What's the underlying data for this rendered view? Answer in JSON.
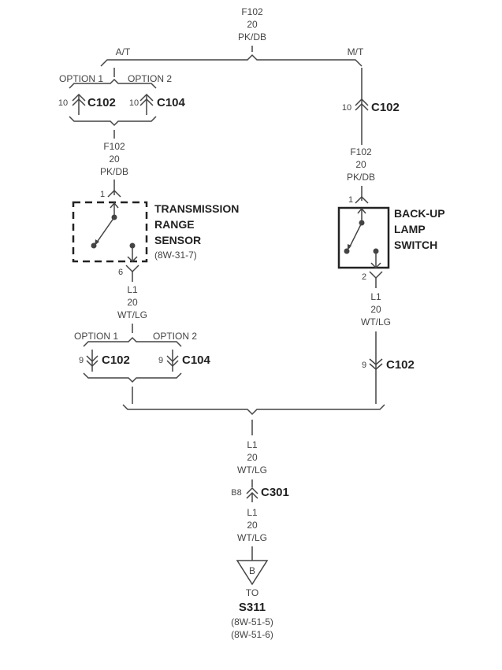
{
  "top_wire": {
    "circuit": "F102",
    "gauge": "20",
    "color": "PK/DB"
  },
  "branches": {
    "at_label": "A/T",
    "mt_label": "M/T"
  },
  "at_top_options": {
    "option1": {
      "label": "OPTION 1",
      "pin": "10",
      "connector": "C102"
    },
    "option2": {
      "label": "OPTION 2",
      "pin": "10",
      "connector": "C104"
    }
  },
  "mt_top_connector": {
    "pin": "10",
    "connector": "C102"
  },
  "at_wire_1": {
    "circuit": "F102",
    "gauge": "20",
    "color": "PK/DB"
  },
  "mt_wire_1": {
    "circuit": "F102",
    "gauge": "20",
    "color": "PK/DB"
  },
  "trs": {
    "pin_in": "1",
    "pin_out": "6",
    "line1": "TRANSMISSION",
    "line2": "RANGE",
    "line3": "SENSOR",
    "ref": "(8W-31-7)"
  },
  "blsw": {
    "pin_in": "1",
    "pin_out": "2",
    "line1": "BACK-UP",
    "line2": "LAMP",
    "line3": "SWITCH"
  },
  "at_wire_2": {
    "circuit": "L1",
    "gauge": "20",
    "color": "WT/LG"
  },
  "mt_wire_2": {
    "circuit": "L1",
    "gauge": "20",
    "color": "WT/LG"
  },
  "at_bottom_options": {
    "option1": {
      "label": "OPTION 1",
      "pin": "9",
      "connector": "C102"
    },
    "option2": {
      "label": "OPTION 2",
      "pin": "9",
      "connector": "C104"
    }
  },
  "mt_bottom_connector": {
    "pin": "9",
    "connector": "C102"
  },
  "center_wire_1": {
    "circuit": "L1",
    "gauge": "20",
    "color": "WT/LG"
  },
  "c301": {
    "pin": "B8",
    "connector": "C301"
  },
  "center_wire_2": {
    "circuit": "L1",
    "gauge": "20",
    "color": "WT/LG"
  },
  "splice": {
    "letter": "B",
    "to": "TO",
    "name": "S311",
    "ref1": "(8W-51-5)",
    "ref2": "(8W-51-6)"
  }
}
